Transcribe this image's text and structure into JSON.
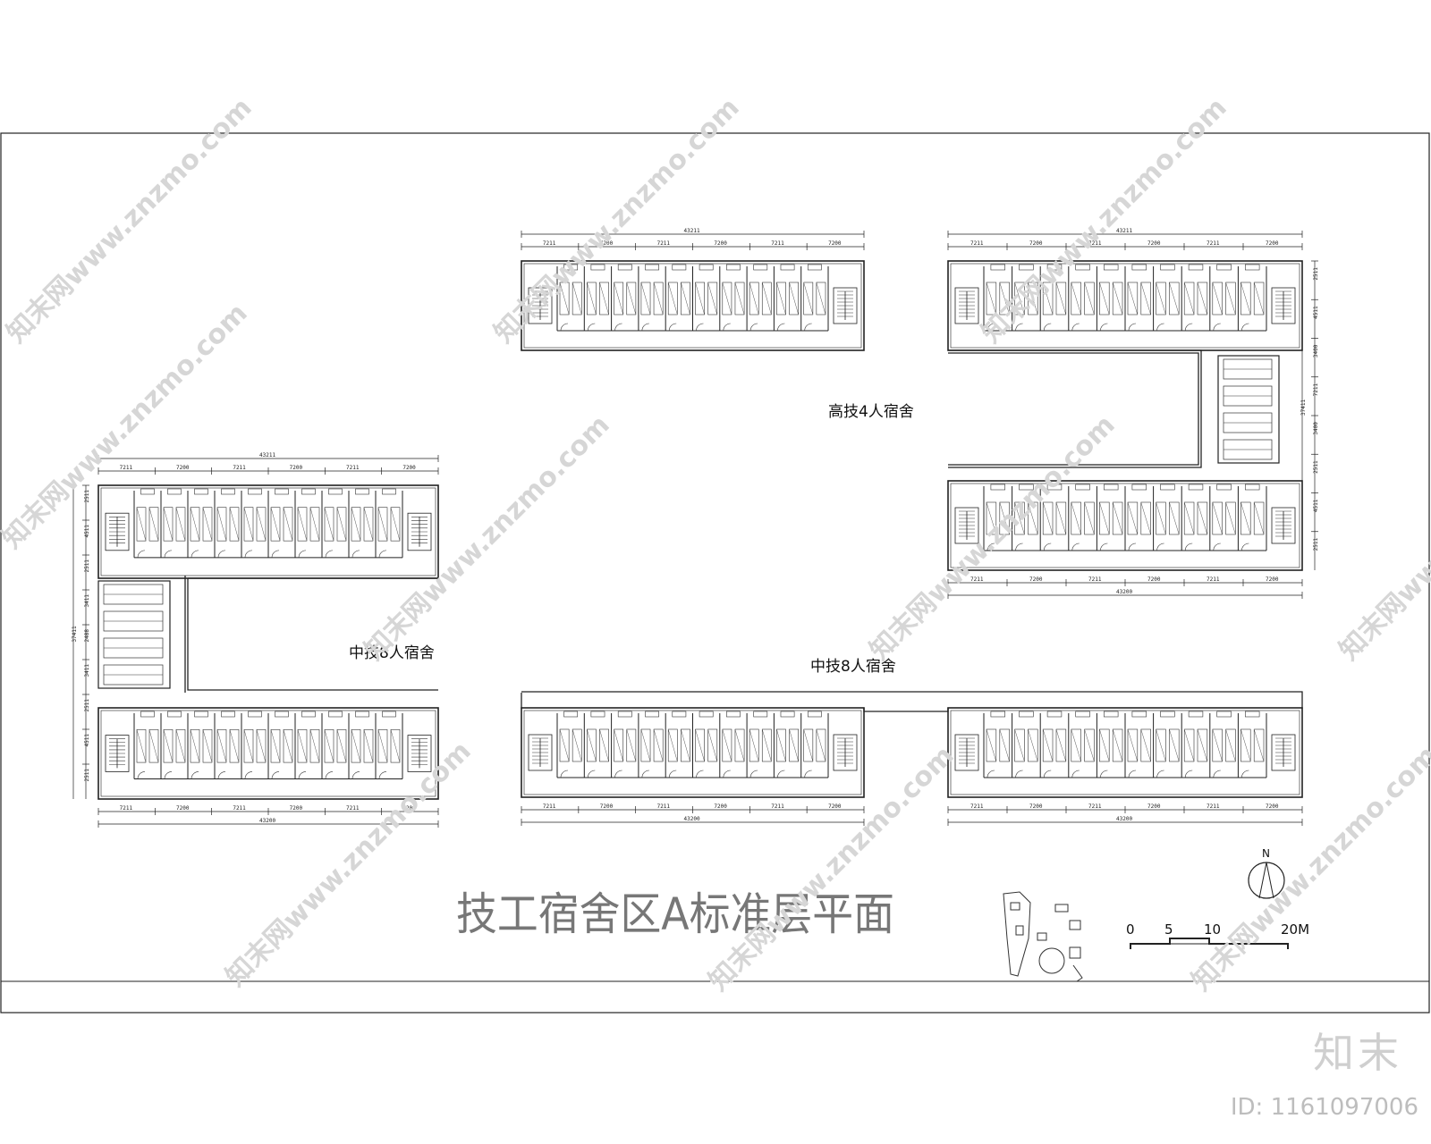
{
  "drawing": {
    "title": "技工宿舍区A标准层平面",
    "blocks": [
      {
        "label": "高技4人宿舍"
      },
      {
        "label": "中技8人宿舍"
      },
      {
        "label": "中技8人宿舍"
      }
    ],
    "dimensions": {
      "overall": "43211",
      "overall_alt": "43200",
      "bays": [
        "7211",
        "7200"
      ],
      "depths": [
        "2511",
        "4511",
        "3411",
        "7211",
        "2488",
        "3400"
      ],
      "vertical_total": "37411"
    },
    "compass_label": "N",
    "scale_bar": {
      "labels": [
        "0",
        "5",
        "10",
        "20M"
      ]
    }
  },
  "watermark": {
    "text": "知末网www.znzmo.com",
    "brand": "知末",
    "id_label": "ID: 1161097006"
  }
}
